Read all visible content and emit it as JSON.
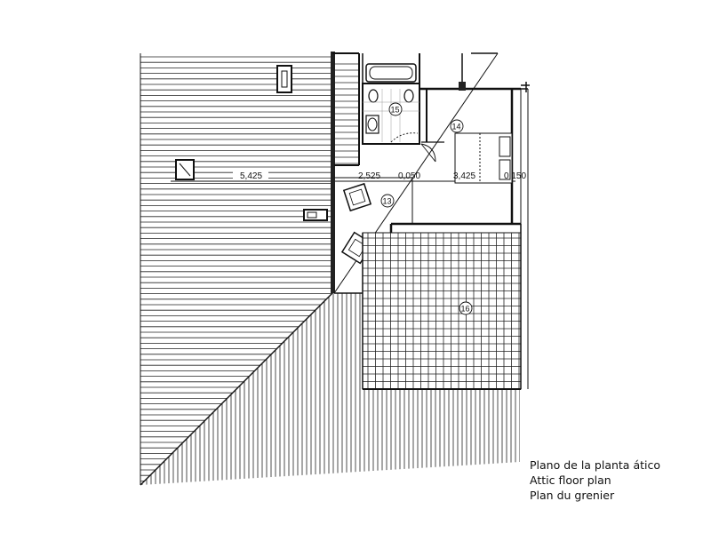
{
  "dimensions": {
    "d1": "5,425",
    "d2": "2,525",
    "d3": "0,050",
    "d4": "3,425",
    "d5": "0,150"
  },
  "rooms": {
    "r13": "13",
    "r14": "14",
    "r15": "15",
    "r16": "16"
  },
  "caption": {
    "es": "Plano de la planta ático",
    "en": "Attic floor plan",
    "fr": "Plan du grenier"
  }
}
